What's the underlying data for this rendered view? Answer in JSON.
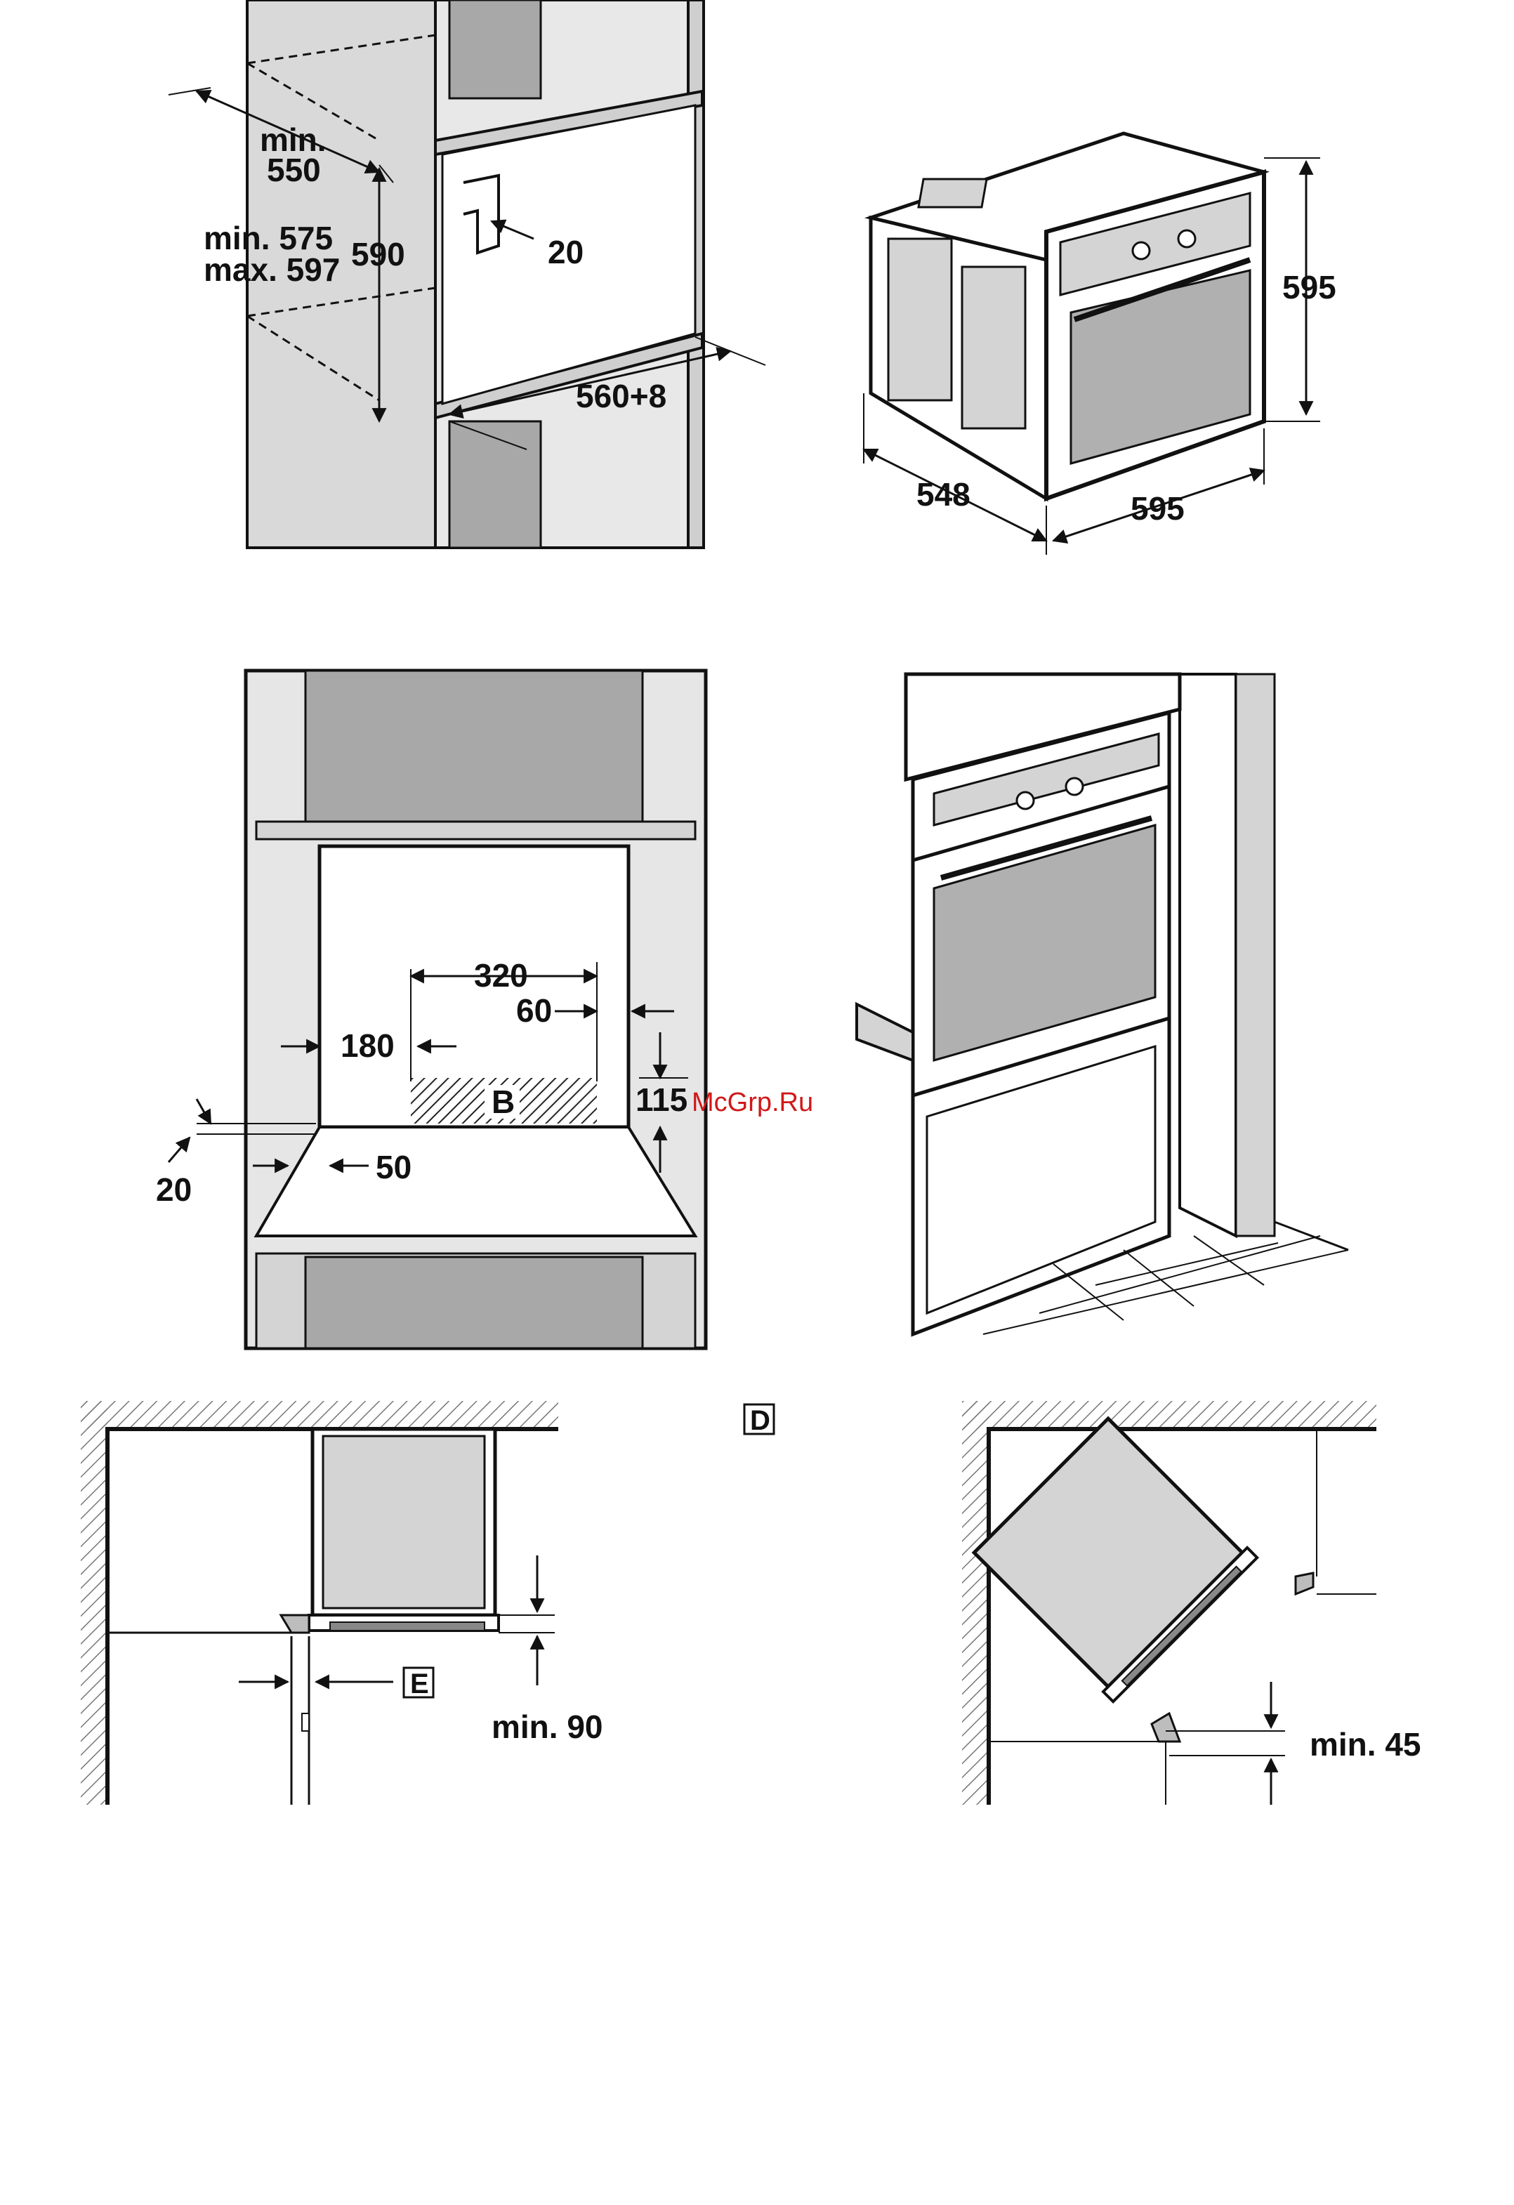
{
  "figure_top_left": {
    "labels": {
      "min_550_a": "min.",
      "min_550_b": "550",
      "min_575": "min. 575",
      "max_597": "max. 597",
      "h590": "590",
      "d20": "20",
      "w560": "560+8"
    }
  },
  "figure_top_right": {
    "labels": {
      "height": "595",
      "depth": "548",
      "width": "595"
    }
  },
  "figure_mid_left": {
    "labels": {
      "d320": "320",
      "d60": "60",
      "d180": "180",
      "d115": "115",
      "d20": "20",
      "d50": "50",
      "zone": "B"
    }
  },
  "figure_mid_right": {
    "labels": {}
  },
  "figure_bottom_left": {
    "labels": {
      "marker_d": "D",
      "marker_e": "E",
      "min90": "min. 90"
    }
  },
  "figure_bottom_right": {
    "labels": {
      "min45": "min. 45"
    }
  },
  "watermark": "McGrp.Ru",
  "colors": {
    "line": "#111111",
    "fill_gray": "#d4d4d4",
    "fill_dark": "#a8a8a8",
    "wall_hatch": "#777777",
    "watermark": "#d01818"
  }
}
